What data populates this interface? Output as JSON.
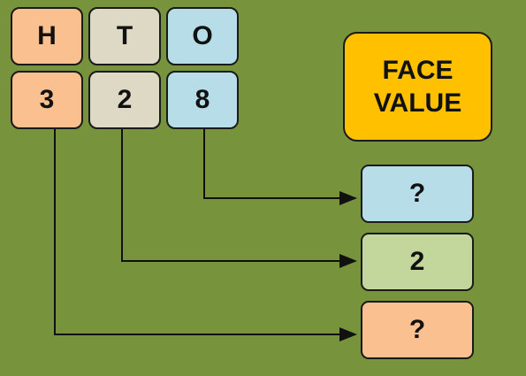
{
  "colors": {
    "background": "#77933c",
    "hundreds": "#fac090",
    "tens": "#ddd9c4",
    "ones": "#b7dee8",
    "tens_answer": "#c3d69b",
    "title": "#ffc000"
  },
  "place_headers": {
    "hundreds": "H",
    "tens": "T",
    "ones": "O"
  },
  "digits": {
    "hundreds": "3",
    "tens": "2",
    "ones": "8"
  },
  "title": {
    "line1": "FACE",
    "line2": "VALUE"
  },
  "answers": {
    "ones": "?",
    "tens": "2",
    "hundreds": "?"
  }
}
